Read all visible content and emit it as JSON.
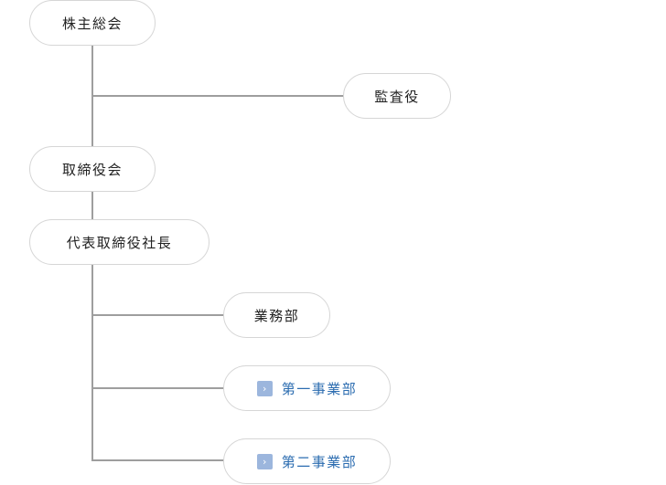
{
  "nodes": {
    "shareholders_meeting": "株主総会",
    "auditor": "監査役",
    "board_of_directors": "取締役会",
    "president": "代表取締役社長",
    "general_affairs": "業務部",
    "business_div_1": "第一事業部",
    "business_div_2": "第二事業部"
  },
  "icons": {
    "link_arrow": "chevron-right-icon",
    "arrow_glyph": "›"
  },
  "colors": {
    "link_text": "#2b6cb0",
    "link_icon_bg": "#9cb6dd",
    "connector": "#9e9e9e",
    "node_border": "#d6d6d6"
  }
}
